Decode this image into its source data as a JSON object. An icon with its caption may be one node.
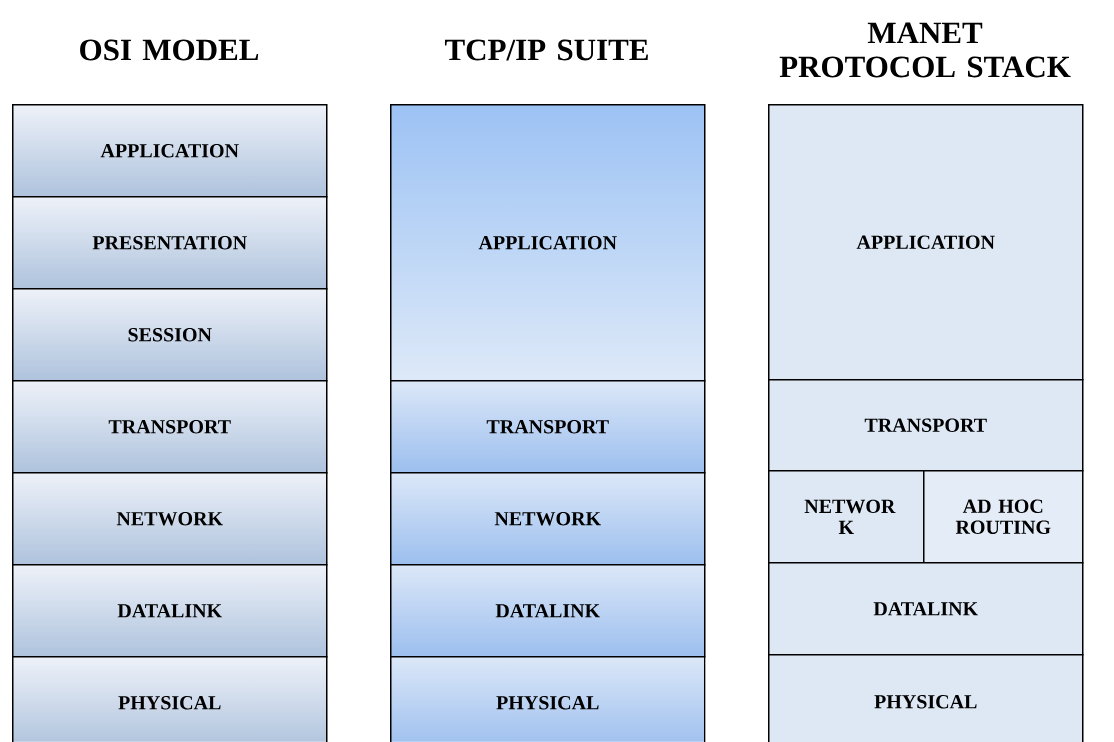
{
  "diagram": {
    "nodes": [
      {
        "text": [
          "APPLICATION"
        ]
      },
      {
        "text": [
          "PRESENTATION"
        ]
      },
      {
        "text": [
          "SESSION"
        ]
      },
      {
        "text": [
          "TRANSPORT"
        ]
      },
      {
        "text": [
          "NETWORK"
        ]
      },
      {
        "text": [
          "DATALINK"
        ]
      },
      {
        "text": [
          "PHYSICAL"
        ]
      },
      {
        "text": [
          "APPLICATION"
        ]
      },
      {
        "text": [
          "TRANSPORT"
        ]
      },
      {
        "text": [
          "NETWORK"
        ]
      },
      {
        "text": [
          "DATALINK"
        ]
      },
      {
        "text": [
          "PHYSICAL"
        ]
      },
      {
        "text": [
          "APPLICATION"
        ]
      },
      {
        "text": [
          "TRANSPORT"
        ]
      },
      {
        "text": [
          "NETWOR K"
        ]
      },
      {
        "text": [
          "AD HOC ROUTING"
        ]
      },
      {
        "text": [
          "DATALINK"
        ]
      },
      {
        "text": [
          "PHYSICAL"
        ]
      }
    ],
    "labels": [
      "OSI MODEL",
      "TCP/IP SUITE",
      "MANET PROTOCOL STACK"
    ]
  }
}
